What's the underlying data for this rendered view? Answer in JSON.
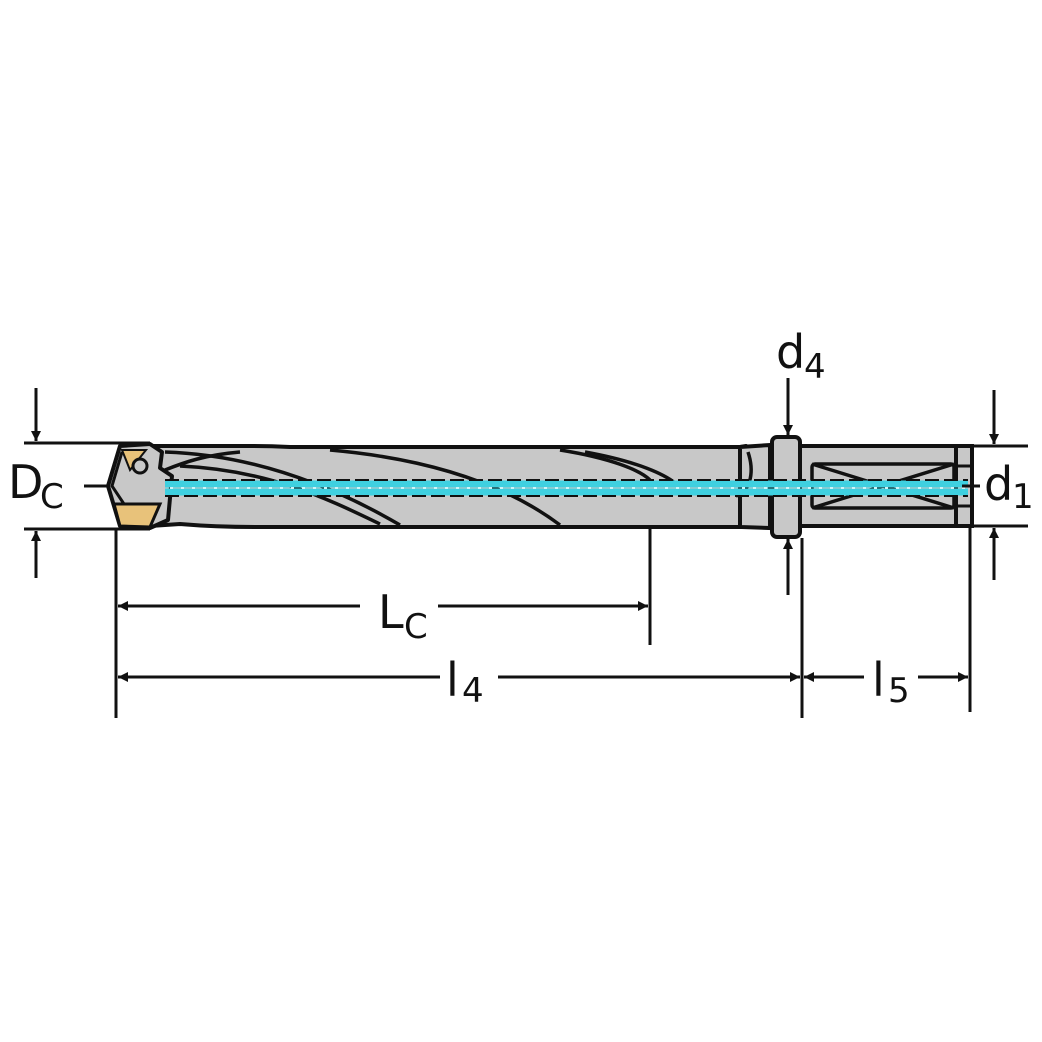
{
  "labels": {
    "dc": {
      "main": "D",
      "sub": "C"
    },
    "d4": {
      "main": "d",
      "sub": "4"
    },
    "d1": {
      "main": "d",
      "sub": "1"
    },
    "lc": {
      "main": "L",
      "sub": "C"
    },
    "l4": {
      "main": "l",
      "sub": "4"
    },
    "l5": {
      "main": "l",
      "sub": "5"
    }
  },
  "colors": {
    "body": "#c8c8c8",
    "outline": "#111111",
    "coolant": "#3fd0e0",
    "insert": "#e8c27a",
    "background": "#ffffff"
  }
}
